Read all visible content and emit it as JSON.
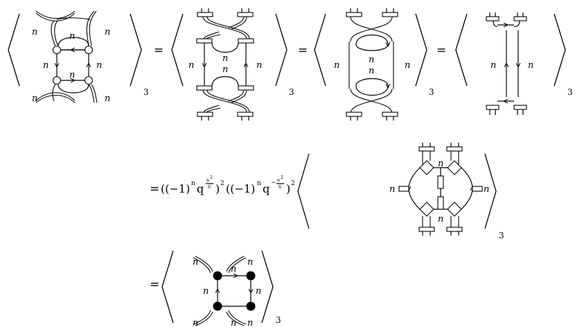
{
  "labels": {
    "strand": "n",
    "subscript": "3",
    "equals": "="
  },
  "row2": {
    "lhs_open": "((−1)",
    "exp_n_a": "n",
    "q_a": "q",
    "exp_frac_num_a": "n",
    "exp_frac_sq_a": "2",
    "exp_frac_den_a": "6",
    "close_a": ")",
    "square_a": "2",
    "mid_open": "((−1)",
    "exp_n_b": "n",
    "q_b": "q",
    "exp_minus_b": "−",
    "exp_frac_num_b": "n",
    "exp_frac_sq_b": "2",
    "exp_frac_den_b": "6",
    "close_b": ")",
    "square_b": "2"
  }
}
